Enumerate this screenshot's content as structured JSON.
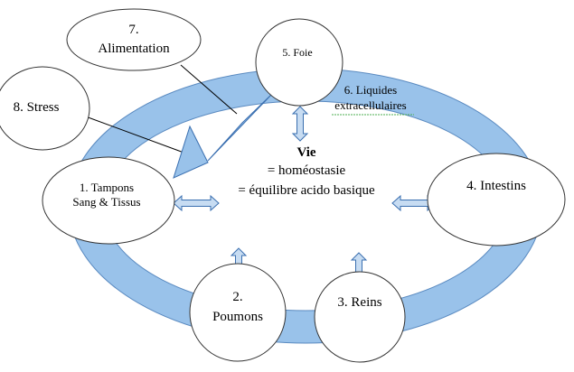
{
  "center": {
    "title": "Vie",
    "line1": "= homéostasie",
    "line2": "= équilibre acido basique"
  },
  "nodes": {
    "alimentation": {
      "num": "7.",
      "label": "Alimentation"
    },
    "foie": {
      "label": "5. Foie"
    },
    "stress": {
      "label": "8. Stress"
    },
    "liquides": {
      "line1": "6. Liquides",
      "line2": "extracellulaires"
    },
    "tampons": {
      "line1": "1. Tampons",
      "line2": "Sang & Tissus"
    },
    "intestins": {
      "label": "4. Intestins"
    },
    "poumons": {
      "num": "2.",
      "label": "Poumons"
    },
    "reins": {
      "label": "3. Reins"
    }
  },
  "colors": {
    "ring": "#99c2ea",
    "ring_border": "#5a8ac0",
    "arrow_fill": "#c7dcf2",
    "arrow_border": "#3a6fb0",
    "node_fill": "#ffffff",
    "node_border": "#333333"
  }
}
